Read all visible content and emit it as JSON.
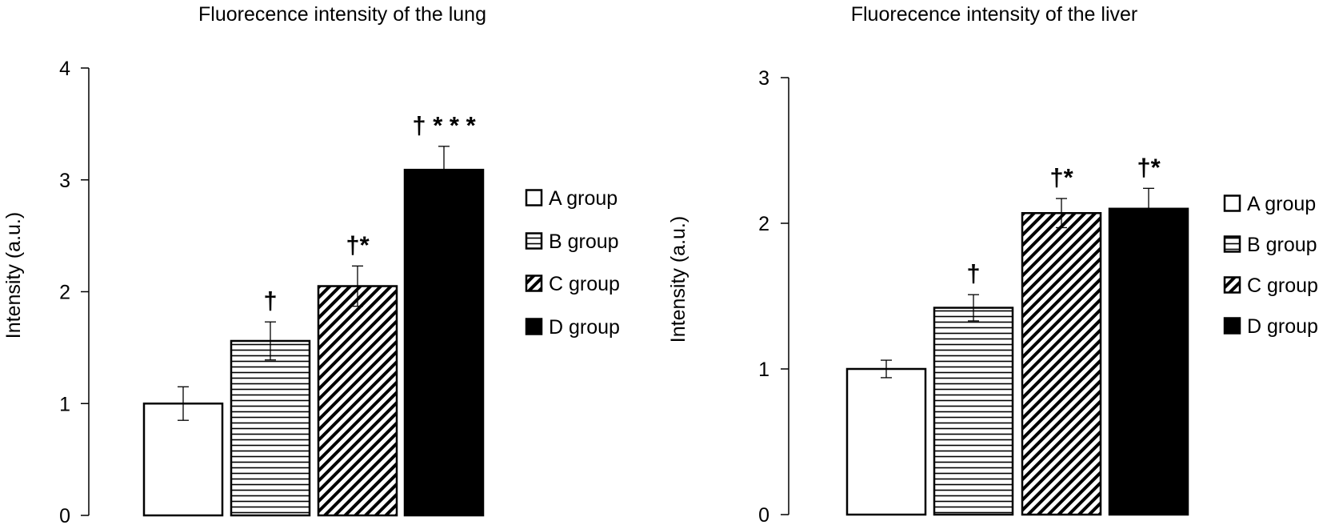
{
  "chart_data": [
    {
      "type": "bar",
      "title": "Fluorecence intensity of the lung",
      "xlabel": "",
      "ylabel": "Intensity (a.u.)",
      "ylim": [
        0,
        4
      ],
      "yticks": [
        "0",
        "1",
        "2",
        "3",
        "4"
      ],
      "categories": [
        "A group",
        "B group",
        "C group",
        "D group"
      ],
      "values": [
        1.0,
        1.56,
        2.05,
        3.09
      ],
      "errors": [
        0.15,
        0.17,
        0.18,
        0.21
      ],
      "annotations": [
        "",
        "†",
        "†*",
        "† * * *"
      ],
      "patterns": [
        "white",
        "horizontal",
        "diagonal",
        "black"
      ],
      "legend": [
        "A group",
        "B group",
        "C group",
        "D group"
      ],
      "legend_position": "right"
    },
    {
      "type": "bar",
      "title": "Fluorecence intensity of the liver",
      "xlabel": "",
      "ylabel": "Intensity (a.u.)",
      "ylim": [
        0,
        3
      ],
      "yticks": [
        "0",
        "1",
        "2",
        "3"
      ],
      "categories": [
        "A group",
        "B group",
        "C group",
        "D group"
      ],
      "values": [
        1.0,
        1.42,
        2.07,
        2.1
      ],
      "errors": [
        0.06,
        0.09,
        0.1,
        0.14
      ],
      "annotations": [
        "",
        "†",
        "†*",
        "†*"
      ],
      "patterns": [
        "white",
        "horizontal",
        "diagonal",
        "black"
      ],
      "legend": [
        "A group",
        "B group",
        "C group",
        "D group"
      ],
      "legend_position": "right"
    }
  ],
  "colors": {
    "ink": "#000000",
    "paper": "#ffffff"
  }
}
